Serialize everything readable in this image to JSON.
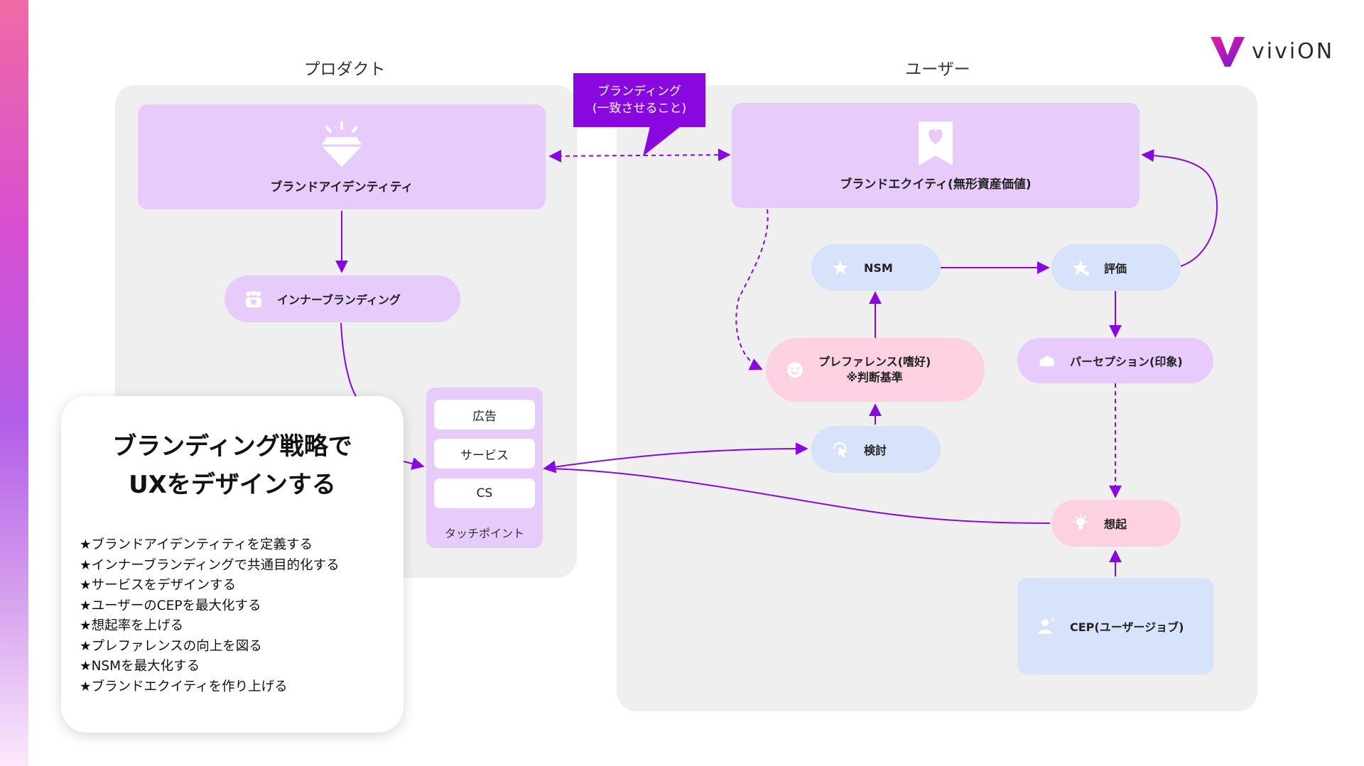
{
  "brand": {
    "logo_text": "viviON"
  },
  "panels": {
    "product_title": "プロダクト",
    "user_title": "ユーザー"
  },
  "callout": {
    "line1": "ブランディング",
    "line2": "(一致させること)"
  },
  "nodes": {
    "brand_identity": "ブランドアイデンティティ",
    "brand_equity": "ブランドエクイティ(無形資産価値)",
    "inner_branding": "インナーブランディング",
    "nsm": "NSM",
    "evaluation": "評価",
    "preference_line1": "プレファレンス(嗜好)",
    "preference_line2": "※判断基準",
    "perception": "パーセプション(印象)",
    "consideration": "検討",
    "recall": "想起",
    "cep": "CEP(ユーザージョブ)"
  },
  "touchpoints": {
    "items": [
      "広告",
      "サービス",
      "CS"
    ],
    "label": "タッチポイント"
  },
  "summary": {
    "title_line1": "ブランディング戦略で",
    "title_line2": "UXをデザインする",
    "items": [
      "★ブランドアイデンティティを定義する",
      "★インナーブランディングで共通目的化する",
      "★サービスをデザインする",
      "★ユーザーのCEPを最大化する",
      "★想起率を上げる",
      "★プレファレンスの向上を図る",
      "★NSMを最大化する",
      "★ブランドエクイティを作り上げる"
    ]
  },
  "colors": {
    "accent": "#8a08e0",
    "lavender": "#e7ccfb",
    "blue": "#d7e3fb",
    "pink": "#fdd1e1",
    "panel": "#efefef"
  }
}
